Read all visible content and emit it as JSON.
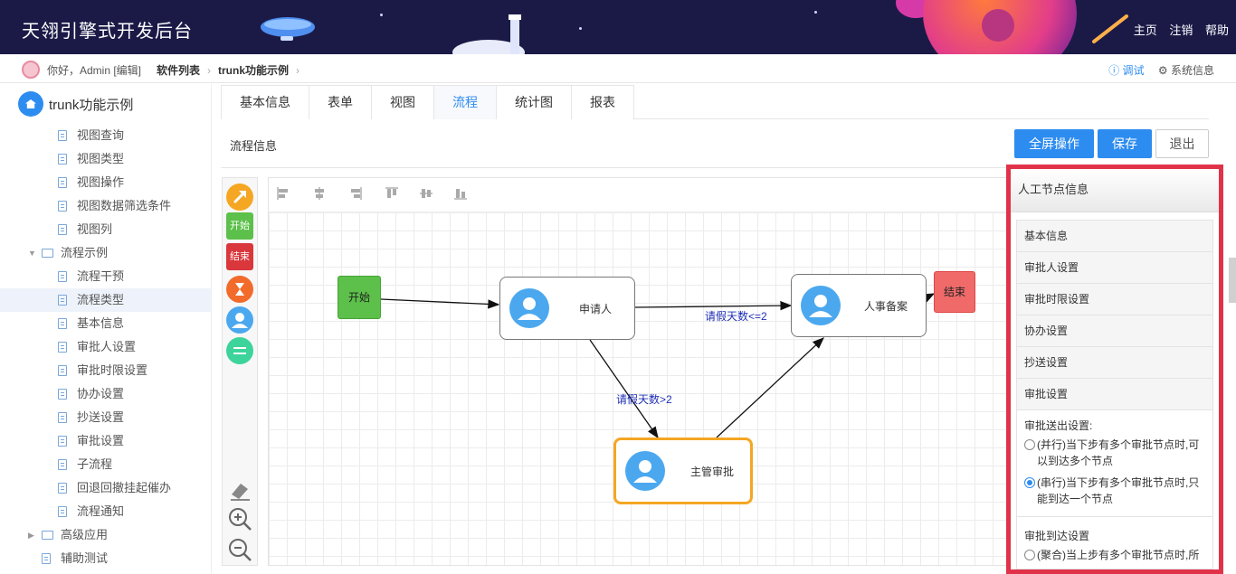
{
  "header": {
    "app_title": "天翎引擎式开发后台",
    "links": [
      "主页",
      "注销",
      "帮助"
    ]
  },
  "crumbbar": {
    "greeting": "你好，Admin [编辑]",
    "crumbs": [
      "软件列表",
      "trunk功能示例"
    ],
    "debug": "调试",
    "system_info": "系统信息"
  },
  "sidebar": {
    "title": "trunk功能示例",
    "items": [
      {
        "label": "视图查询"
      },
      {
        "label": "视图类型"
      },
      {
        "label": "视图操作"
      },
      {
        "label": "视图数据筛选条件"
      },
      {
        "label": "视图列"
      },
      {
        "label": "流程示例"
      },
      {
        "label": "流程干预"
      },
      {
        "label": "流程类型"
      },
      {
        "label": "基本信息"
      },
      {
        "label": "审批人设置"
      },
      {
        "label": "审批时限设置"
      },
      {
        "label": "协办设置"
      },
      {
        "label": "抄送设置"
      },
      {
        "label": "审批设置"
      },
      {
        "label": "子流程"
      },
      {
        "label": "回退回撤挂起催办"
      },
      {
        "label": "流程通知"
      },
      {
        "label": "高级应用"
      },
      {
        "label": "辅助测试"
      }
    ]
  },
  "tabs": [
    "基本信息",
    "表单",
    "视图",
    "流程",
    "统计图",
    "报表"
  ],
  "main": {
    "flow_info": "流程信息",
    "btn_fullscreen": "全屏操作",
    "btn_save": "保存",
    "btn_exit": "退出"
  },
  "toolbox": {
    "start": "开始",
    "end": "结束"
  },
  "flow": {
    "start": "开始",
    "end": "结束",
    "applicant": "申请人",
    "hr": "人事备案",
    "manager": "主管审批",
    "edge_le2": "请假天数<=2",
    "edge_gt2": "请假天数>2"
  },
  "panel": {
    "title": "人工节点信息",
    "rows": [
      "基本信息",
      "审批人设置",
      "审批时限设置",
      "协办设置",
      "抄送设置",
      "审批设置"
    ],
    "send_title": "审批送出设置:",
    "send_options": [
      {
        "label": "(并行)当下步有多个审批节点时,可以到达多个节点",
        "checked": false
      },
      {
        "label": "(串行)当下步有多个审批节点时,只能到达一个节点",
        "checked": true
      }
    ],
    "arrive_title": "审批到达设置",
    "arrive_option": "(聚合)当上步有多个审批节点时,所"
  }
}
